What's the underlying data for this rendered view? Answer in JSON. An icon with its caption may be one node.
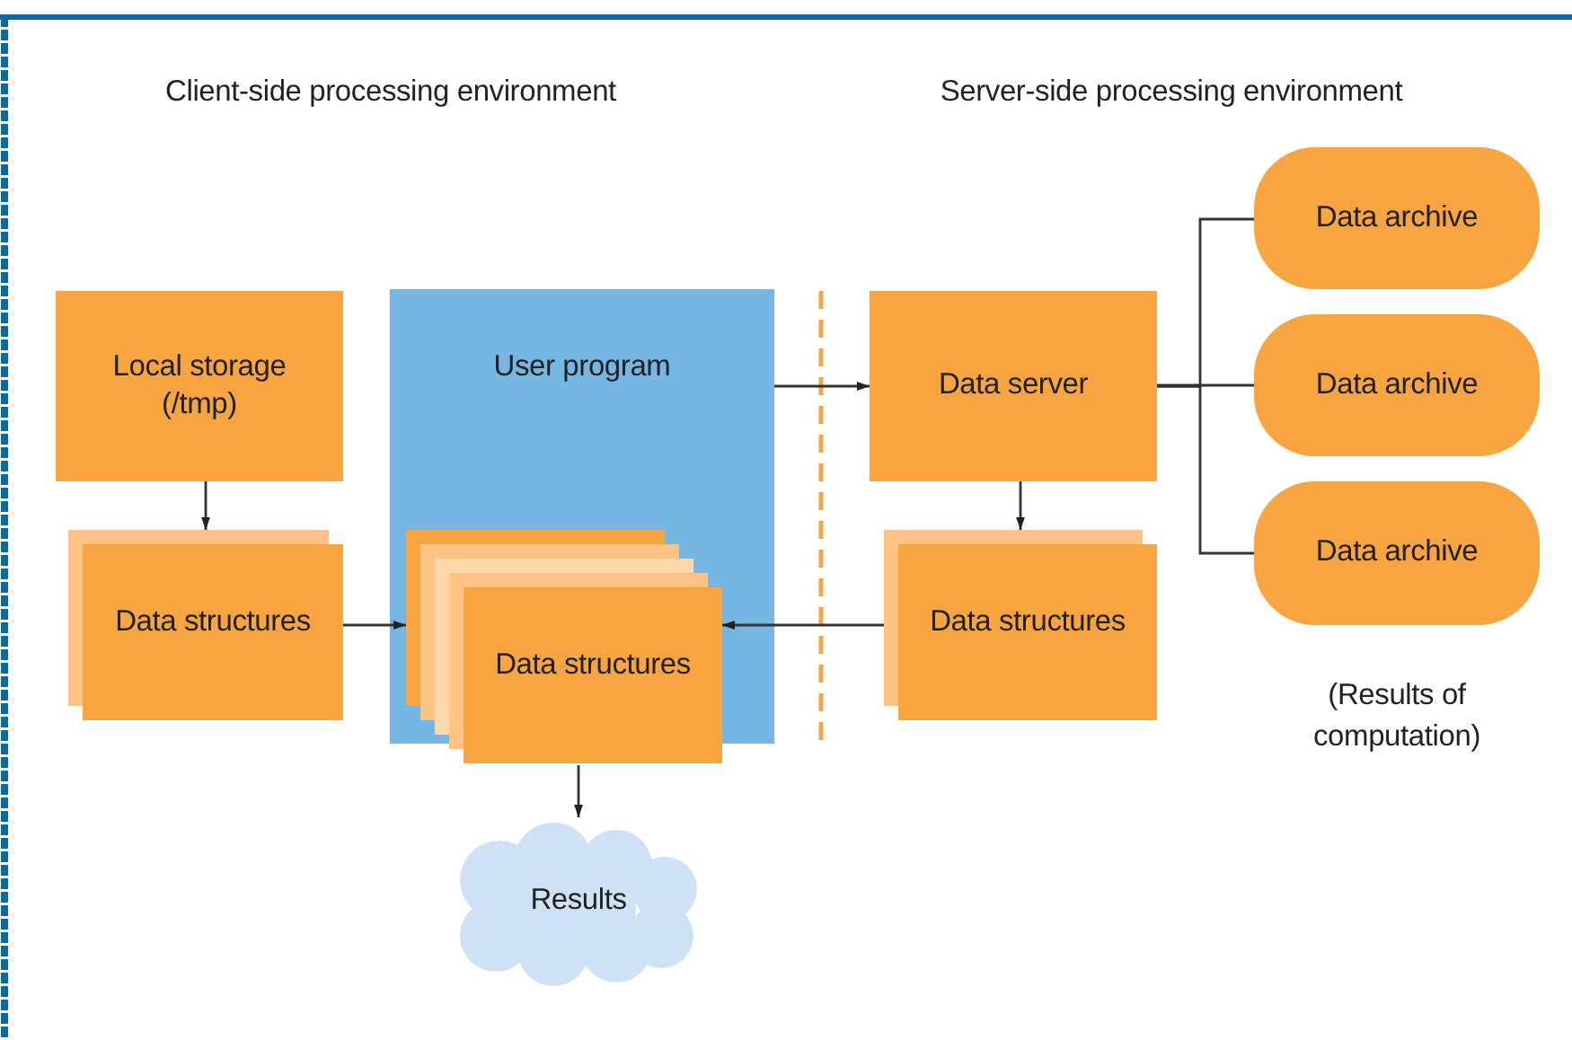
{
  "diagram": {
    "nodes": [
      {
        "text": [
          "Local storage (/tmp)"
        ]
      },
      {
        "text": [
          "Data structures"
        ]
      },
      {
        "text": [
          "User program"
        ]
      },
      {
        "text": [
          "Data structures"
        ],
        "in": 2
      },
      {
        "text": [
          "Results"
        ]
      },
      {
        "text": [
          "Data server"
        ]
      },
      {
        "text": [
          "Data structures"
        ]
      },
      {
        "text": [
          "Data archive"
        ]
      },
      {
        "text": [
          "Data archive"
        ]
      },
      {
        "text": [
          "Data archive"
        ]
      }
    ],
    "edges": [
      {
        "from": 0,
        "to": 1,
        "arrow": "to"
      },
      {
        "from": 1,
        "to": 3,
        "arrow": "to"
      },
      {
        "from": 2,
        "to": 5,
        "arrow": "to"
      },
      {
        "from": 5,
        "to": 6,
        "arrow": "to"
      },
      {
        "from": 6,
        "to": 3,
        "arrow": "to"
      },
      {
        "from": 3,
        "to": 4,
        "arrow": "to"
      },
      {
        "from": 5,
        "to": 7,
        "arrow": "none"
      },
      {
        "from": 5,
        "to": 8,
        "arrow": "none"
      },
      {
        "from": 5,
        "to": 9,
        "arrow": "none"
      }
    ],
    "labels": [
      "Client-side processing environment",
      "Server-side processing environment",
      "(Results of computation)"
    ]
  }
}
